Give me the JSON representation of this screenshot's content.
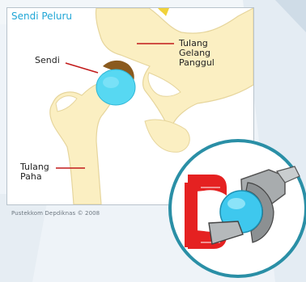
{
  "diagram": {
    "title": "Sendi Peluru",
    "labels": {
      "sendi": "Sendi",
      "tulang_gelang_panggul": [
        "Tulang",
        "Gelang",
        "Panggul"
      ],
      "tulang_paha": [
        "Tulang",
        "Paha"
      ]
    },
    "credit": "Pustekkom Depdiknas © 2008"
  },
  "colors": {
    "bone": "#fbefc2",
    "bone_outline": "#e9d9a0",
    "joint": "#57d8f2",
    "socket": "#8a5a1e",
    "leader_line": "#c21a1a",
    "inset_ring": "#2a8fa6",
    "socket_red": "#e52121",
    "metal": "#a8acae"
  }
}
